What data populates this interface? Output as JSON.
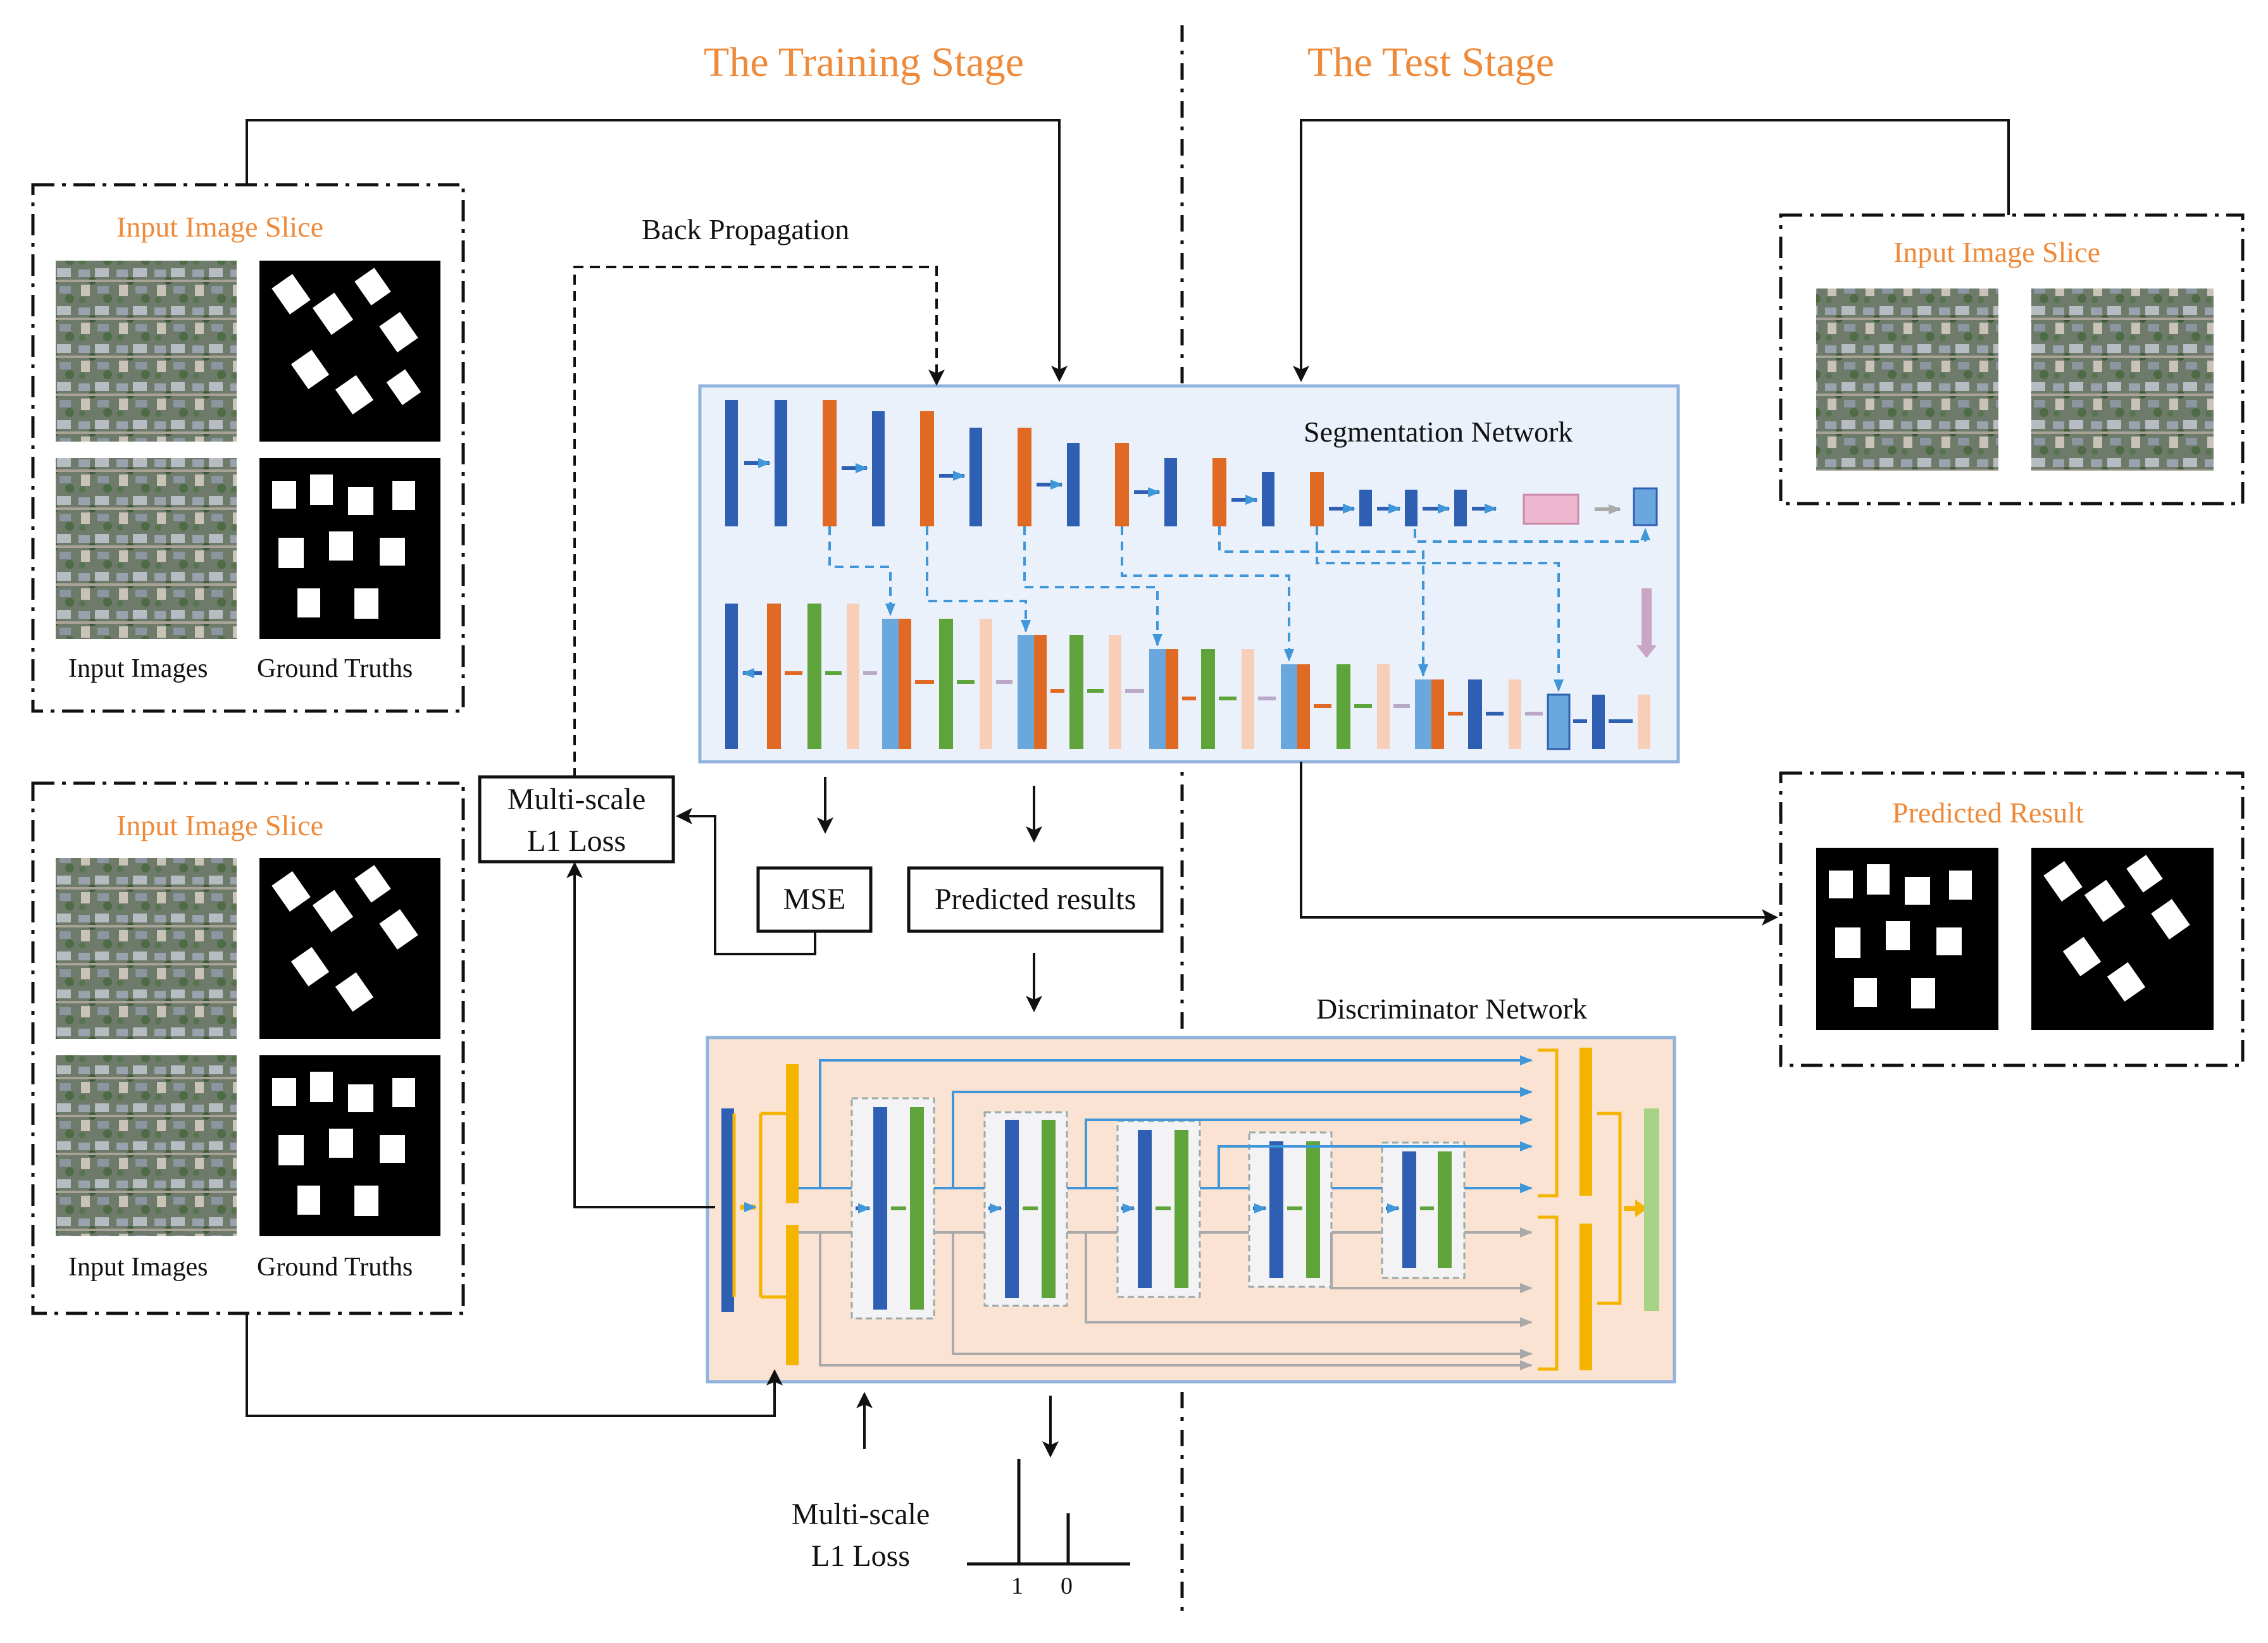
{
  "stages": {
    "training": "The Training Stage",
    "test": "The Test Stage"
  },
  "panels": {
    "train_top": {
      "title": "Input Image Slice",
      "caption_left": "Input Images",
      "caption_right": "Ground Truths"
    },
    "train_bottom": {
      "title": "Input Image Slice",
      "caption_left": "Input Images",
      "caption_right": "Ground Truths"
    },
    "test_input": {
      "title": "Input Image Slice"
    },
    "test_output": {
      "title": "Predicted Result"
    }
  },
  "labels": {
    "back_propagation": "Back Propagation",
    "segmentation_network": "Segmentation Network",
    "discriminator_network": "Discriminator Network",
    "multiscale_loss_box": [
      "Multi-scale",
      "L1 Loss"
    ],
    "mse": "MSE",
    "predicted_results": "Predicted results",
    "multiscale_loss_bottom": [
      "Multi-scale",
      "L1 Loss"
    ],
    "tick_1": "1",
    "tick_0": "0"
  },
  "colors": {
    "stage_orange": "#ee8a3a",
    "seg_bg": "#eaf1fb",
    "disc_bg": "#fbe3d3",
    "blue_block": "#2f5fb3",
    "orange_block": "#e06a24",
    "green_block": "#5ea43a",
    "peach_block": "#f7cfb8",
    "light_blue_block": "#6aa7dc",
    "yellow_block": "#f5b400",
    "pink_block": "#efb7cf",
    "dashed_skip": "#3f97d9",
    "light_green_block": "#a7d386"
  },
  "icons": [
    "aerial-image-thumbnail",
    "building-mask-thumbnail",
    "down-arrow-icon",
    "bar-output-icon"
  ]
}
